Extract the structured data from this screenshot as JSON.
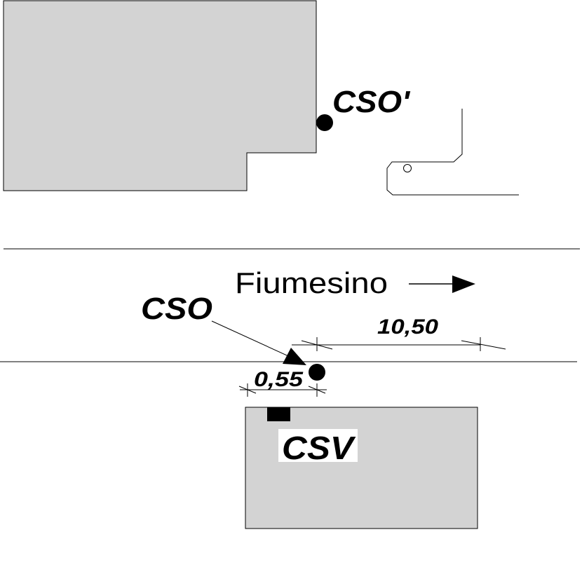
{
  "labels": {
    "cso_prime": "CSO'",
    "cso": "CSO",
    "river": "Fiumesino",
    "csv": "CSV"
  },
  "dimensions": {
    "long": "10,50",
    "short": "0,55"
  },
  "colors": {
    "building_fill": "#d3d3d3",
    "stroke": "#000000",
    "background": "#ffffff"
  },
  "icons": {
    "flow": "arrow-right-icon"
  }
}
